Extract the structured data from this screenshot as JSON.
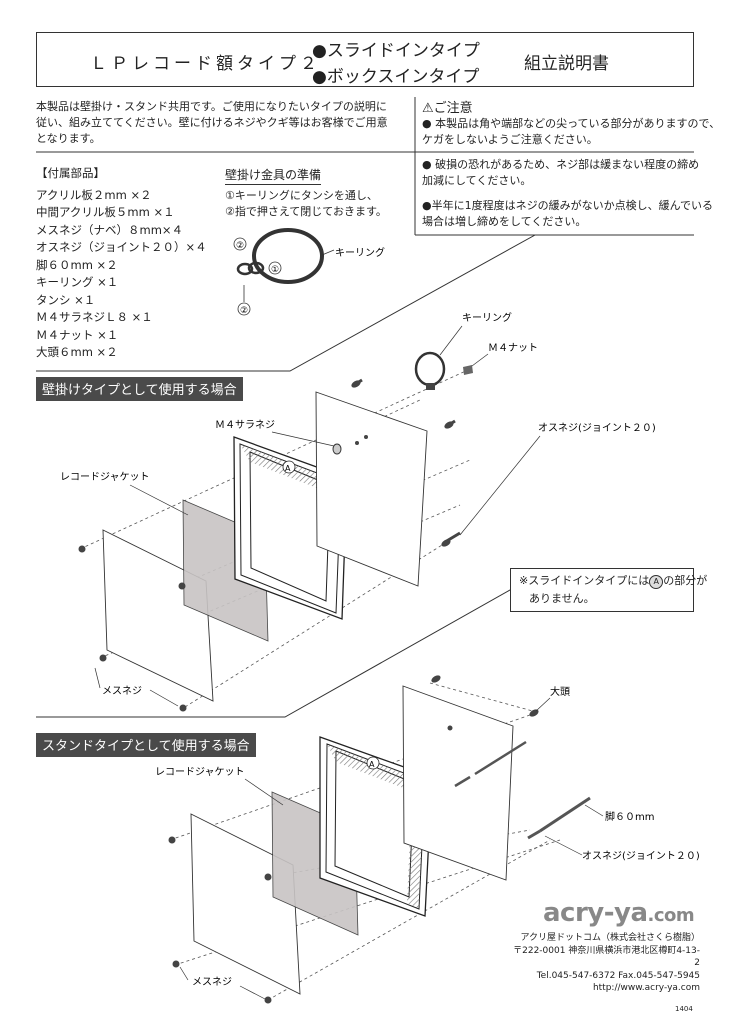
{
  "title": {
    "main": "ＬＰレコード額タイプ２",
    "option1": "●スライドインタイプ",
    "option2": "●ボックスインタイプ",
    "doc": "組立説明書"
  },
  "intro": [
    "本製品は壁掛け・スタンド共用です。ご使用になりたいタイプの説明に",
    "従い、組み立ててください。壁に付けるネジやクギ等はお客様でご用意",
    "となります。"
  ],
  "caution": {
    "heading": "ご注意",
    "items": [
      "● 本製品は角や端部などの尖っている部分がありますので、",
      "ケガをしないようご注意ください。",
      "● 破損の恐れがあるため、ネジ部は緩まない程度の締め",
      "加減にしてください。",
      "●半年に1度程度はネジの緩みがないか点検し、緩んでいる",
      "場合は増し締めをしてください。"
    ]
  },
  "parts": {
    "heading": "【付属部品】",
    "items": [
      "アクリル板２mm ×２",
      "中間アクリル板５mm ×１",
      "メスネジ（ナベ）８mm×４",
      "オスネジ（ジョイント２０）×４",
      "脚６０mm ×２",
      "キーリング ×１",
      "タンシ ×１",
      "Ｍ４サラネジＬ８ ×１",
      "Ｍ４ナット ×１",
      "大頭６mm ×２"
    ]
  },
  "wall_prep": {
    "heading": "壁掛け金具の準備",
    "steps": [
      "①キーリングにタンシを通し、",
      "②指で押さえて閉じておきます。"
    ],
    "keyring_label": "キーリング",
    "marker1": "①",
    "marker2": "②"
  },
  "wall_section": {
    "heading": "壁掛けタイプとして使用する場合",
    "labels": {
      "keyring": "キーリング",
      "nut": "Ｍ４ナット",
      "m4_screw": "Ｍ４サラネジ",
      "osu": "オスネジ(ジョイント２０)",
      "jacket": "レコードジャケット",
      "mesu": "メスネジ"
    },
    "badge": "A"
  },
  "note": {
    "prefix": "※スライドインタイプには",
    "badge": "A",
    "suffix": "の部分が",
    "line2": "ありません。"
  },
  "stand_section": {
    "heading": "スタンドタイプとして使用する場合",
    "labels": {
      "daito": "大頭",
      "jacket": "レコードジャケット",
      "leg": "脚６０mm",
      "osu": "オスネジ(ジョイント２０)",
      "mesu": "メスネジ"
    },
    "badge": "A"
  },
  "footer": {
    "logo": "acry-ya",
    "logo_tld": ".com",
    "company": "アクリ屋ドットコム（株式会社さくら樹脂）",
    "address": "〒222-0001 神奈川県横浜市港北区樽町4-13-2",
    "phone": "Tel.045-547-6372 Fax.045-547-5945",
    "url": "http://www.acry-ya.com",
    "code": "1404"
  }
}
